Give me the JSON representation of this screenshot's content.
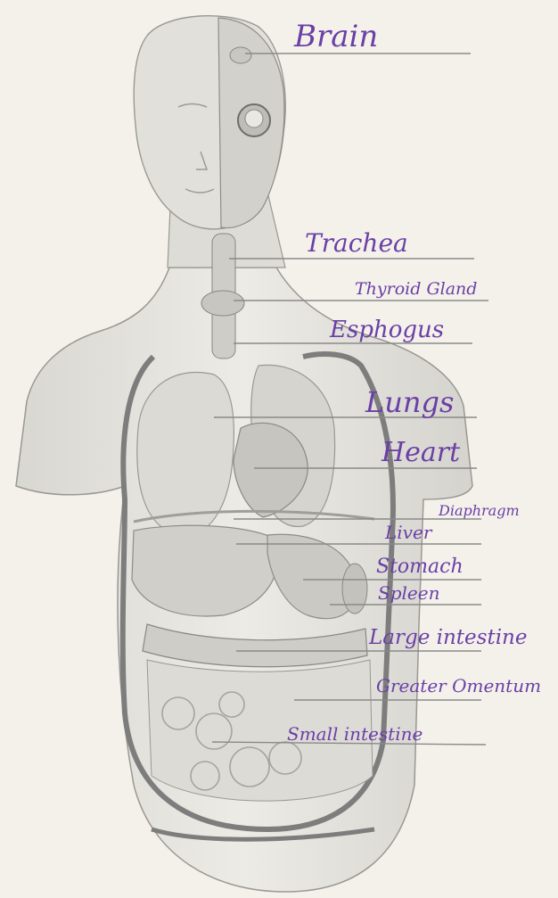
{
  "colors": {
    "paper": "#f4f1ea",
    "handwriting": "#6a3fa6",
    "model_outline": "#7d7d7d",
    "body_fill": "#e4e2dc",
    "organ_fill": "#d2d0ca",
    "shadow": "#b9b7b1"
  },
  "labels": {
    "brain": "Brain",
    "trachea": "Trachea",
    "thyroid": "Thyroid Gland",
    "esophagus": "Esphogus",
    "lungs": "Lungs",
    "heart": "Heart",
    "diaphragm": "Diaphragm",
    "liver": "Liver",
    "stomach": "Stomach",
    "spleen": "Spleen",
    "large_intestine": "Large intestine",
    "greater_omentum": "Greater Omentum",
    "small_intestine": "Small intestine"
  }
}
